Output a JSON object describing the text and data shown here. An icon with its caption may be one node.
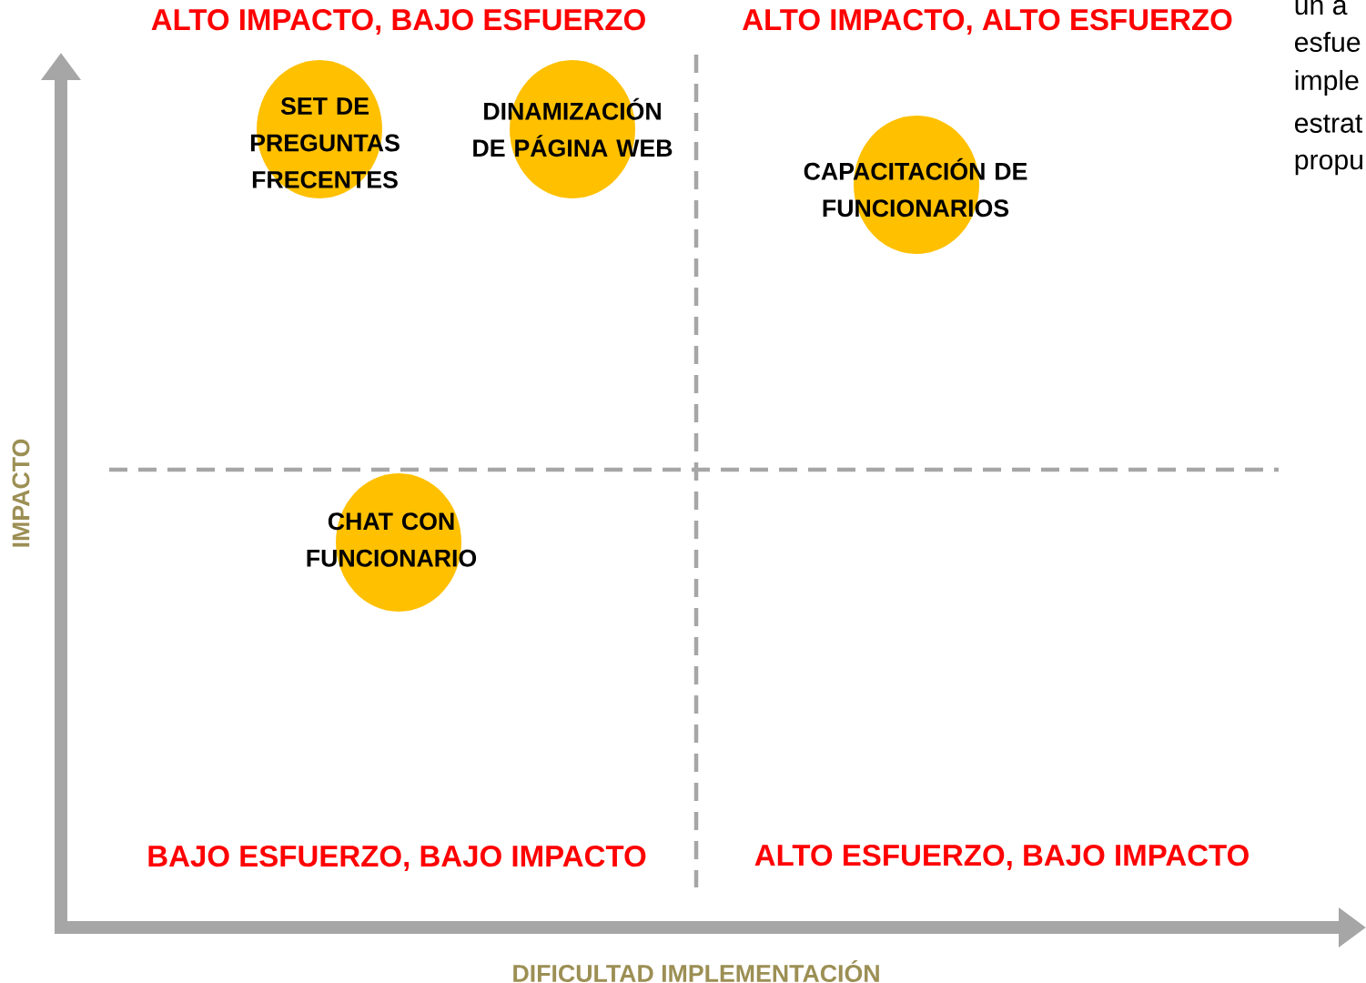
{
  "diagram": {
    "nodes": [
      {
        "text": [
          "SET DE PREGUNTAS FRECENTES"
        ]
      },
      {
        "text": [
          "DINAMIZACIÓN DE PÁGINA WEB"
        ]
      },
      {
        "text": [
          "CAPACITACIÓN DE FUNCIONARIOS"
        ]
      },
      {
        "text": [
          "CHAT CON FUNCIONARIO"
        ]
      }
    ],
    "edges": [],
    "labels": [
      "ALTO IMPACTO, BAJO ESFUERZO",
      "ALTO IMPACTO, ALTO ESFUERZO",
      "un a",
      "esfue",
      "imple",
      "estrat",
      "propu",
      "IMPACTO",
      "BAJO ESFUERZO, BAJO IMPACTO",
      "ALTO ESFUERZO, BAJO IMPACTO",
      "DIFICULTAD IMPLEMENTACIÓN"
    ]
  }
}
